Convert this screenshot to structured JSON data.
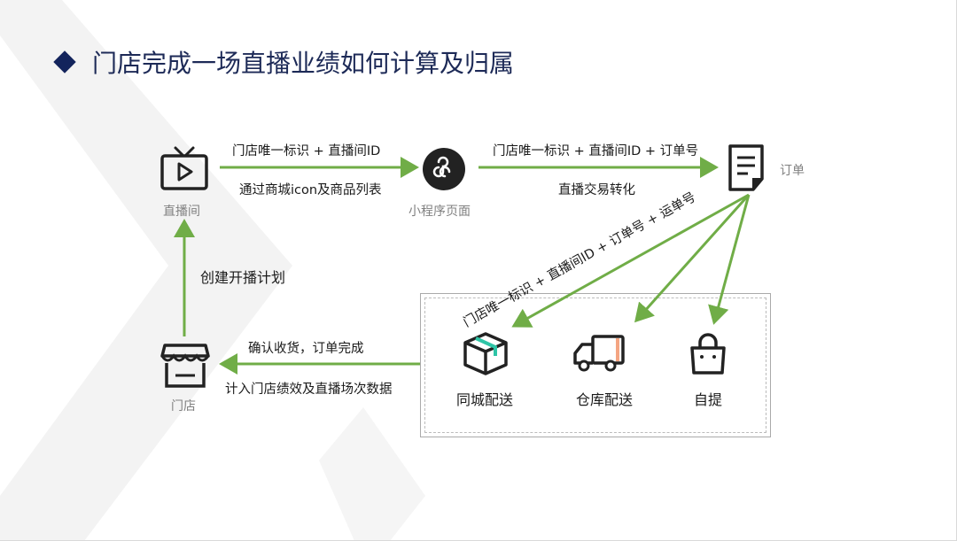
{
  "title": "门店完成一场直播业绩如何计算及归属",
  "nodes": {
    "live_room": "直播间",
    "mini_program": "小程序页面",
    "order": "订单",
    "store": "门店",
    "same_city": "同城配送",
    "warehouse": "仓库配送",
    "pickup": "自提"
  },
  "edges": {
    "live_to_mini_top": "门店唯一标识 + 直播间ID",
    "live_to_mini_bottom": "通过商城icon及商品列表",
    "mini_to_order_top": "门店唯一标识 + 直播间ID + 订单号",
    "mini_to_order_bottom": "直播交易转化",
    "order_to_delivery": "门店唯一标识 + 直播间ID + 订单号 + 运单号",
    "delivery_to_store_top": "确认收货，订单完成",
    "delivery_to_store_bottom": "计入门店绩效及直播场次数据",
    "store_to_live": "创建开播计划"
  },
  "colors": {
    "arrow": "#70ad47",
    "title": "#1d2a57",
    "icon": "#222222",
    "accent_teal": "#2ec4a6",
    "accent_orange": "#f4a582"
  }
}
